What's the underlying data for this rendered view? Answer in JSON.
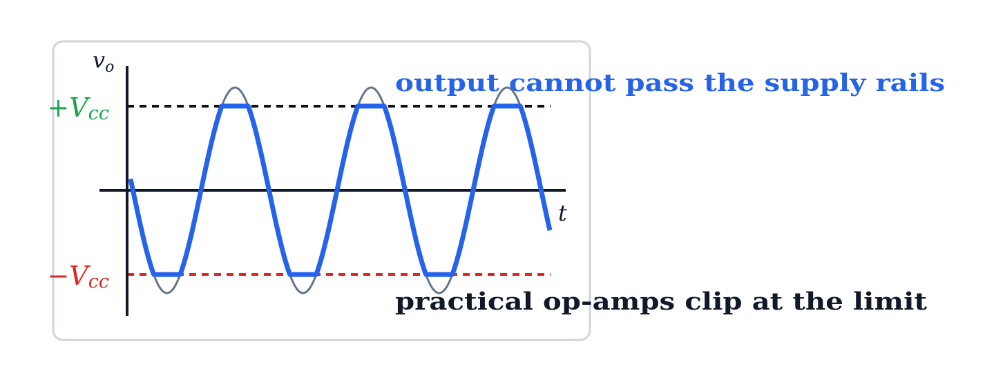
{
  "diagram": {
    "y_axis_label": "v",
    "y_axis_label_sub": "o",
    "x_axis_label": "t",
    "upper_rail_label": "+V",
    "upper_rail_label_sub": "cc",
    "lower_rail_label": "−V",
    "lower_rail_label_sub": "cc",
    "top_caption": "output cannot pass the supply rails",
    "bottom_caption": "practical op-amps clip at the limit",
    "cycles": 3,
    "clip_fraction": 0.82,
    "colors": {
      "frame": "#d1d5db",
      "axis": "#111827",
      "upper_rail": "#111111",
      "lower_rail": "#dc2626",
      "upper_label": "#16a34a",
      "lower_label": "#dc2626",
      "ideal_wave": "#64748b",
      "clipped_wave": "#2563eb",
      "top_caption": "#2563eb",
      "bottom_caption": "#111827"
    }
  }
}
